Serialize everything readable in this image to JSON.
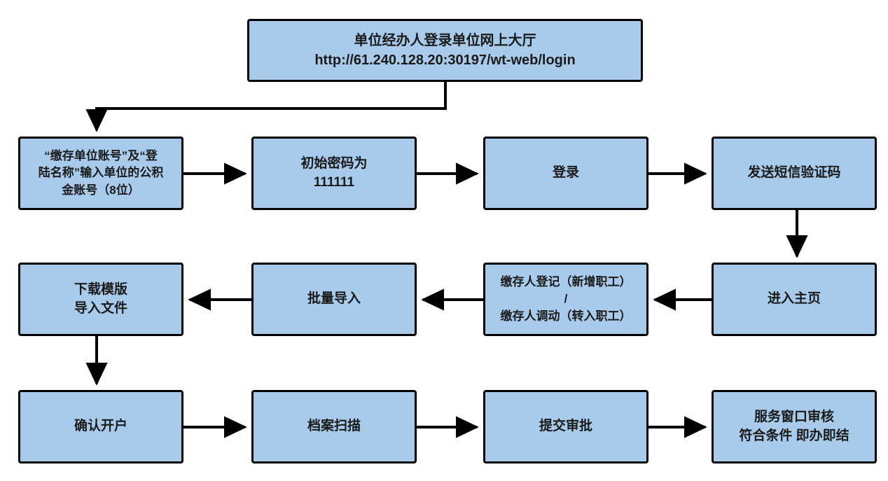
{
  "diagram": {
    "title_node": {
      "id": "login-portal",
      "lines": "单位经办人登录单位网上大厅\nhttp://61.240.128.20:30197/wt-web/login"
    },
    "colors": {
      "node_fill": "#a9cbeb",
      "node_border": "#000000",
      "edge": "#000000",
      "text": "#1a1a1a",
      "background": "#ffffff"
    },
    "rows": [
      {
        "id": "row-2",
        "direction": "left-to-right",
        "nodes": [
          {
            "id": "account-input",
            "text": "“缴存单位账号”及“登\n陆名称”输入单位的公积\n金账号（8位）"
          },
          {
            "id": "initial-password",
            "text": "初始密码为\n111111"
          },
          {
            "id": "login",
            "text": "登录"
          },
          {
            "id": "send-sms-code",
            "text": "发送短信验证码"
          }
        ]
      },
      {
        "id": "row-3",
        "direction": "right-to-left",
        "nodes": [
          {
            "id": "download-template",
            "text": "下载模版\n导入文件"
          },
          {
            "id": "batch-import",
            "text": "批量导入"
          },
          {
            "id": "depositor-register-transfer",
            "text": "缴存人登记（新增职工）\n/\n缴存人调动（转入职工）"
          },
          {
            "id": "enter-homepage",
            "text": "进入主页"
          }
        ]
      },
      {
        "id": "row-4",
        "direction": "left-to-right",
        "nodes": [
          {
            "id": "confirm-account-open",
            "text": "确认开户"
          },
          {
            "id": "archive-scan",
            "text": "档案扫描"
          },
          {
            "id": "submit-approval",
            "text": "提交审批"
          },
          {
            "id": "service-window-review",
            "text": "服务窗口审核\n符合条件 即办即结"
          }
        ]
      }
    ],
    "connectors": [
      {
        "id": "top-to-account-input",
        "shape": "elbow-down-left-down",
        "arrow": "down"
      },
      {
        "id": "account-input-to-initial-password",
        "shape": "horizontal",
        "arrow": "right"
      },
      {
        "id": "initial-password-to-login",
        "shape": "horizontal",
        "arrow": "right"
      },
      {
        "id": "login-to-send-sms-code",
        "shape": "horizontal",
        "arrow": "right"
      },
      {
        "id": "send-sms-code-to-enter-homepage",
        "shape": "vertical",
        "arrow": "down"
      },
      {
        "id": "enter-homepage-to-depositor",
        "shape": "horizontal",
        "arrow": "left"
      },
      {
        "id": "depositor-to-batch-import",
        "shape": "horizontal",
        "arrow": "left"
      },
      {
        "id": "batch-import-to-download-template",
        "shape": "horizontal",
        "arrow": "left"
      },
      {
        "id": "download-template-to-confirm-account-open",
        "shape": "vertical",
        "arrow": "down"
      },
      {
        "id": "confirm-account-open-to-archive-scan",
        "shape": "horizontal",
        "arrow": "right"
      },
      {
        "id": "archive-scan-to-submit-approval",
        "shape": "horizontal",
        "arrow": "right"
      },
      {
        "id": "submit-approval-to-service-window-review",
        "shape": "horizontal",
        "arrow": "right"
      }
    ]
  }
}
